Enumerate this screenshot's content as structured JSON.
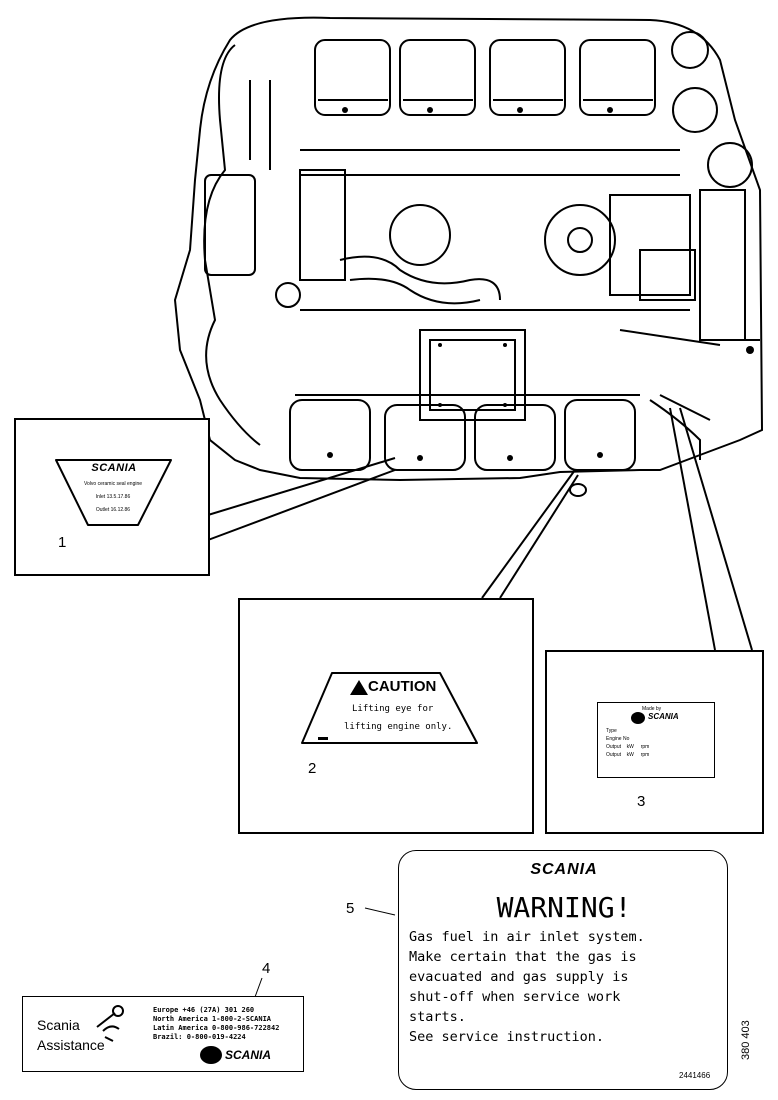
{
  "callouts": {
    "c1": "1",
    "c2": "2",
    "c3": "3",
    "c4": "4",
    "c5": "5"
  },
  "label1": {
    "brand": "SCANIA",
    "line1": "Volvo ceramic seal engine",
    "line2": "Inlet 13.5.17.86",
    "line3": "Outlet 16.12.86"
  },
  "label2": {
    "heading": "CAUTION",
    "line1": "Lifting eye for",
    "line2": "lifting engine only."
  },
  "label3": {
    "top": "Made by",
    "brand": "SCANIA",
    "rows": [
      "Type",
      "Engine No",
      "Output    kW     rpm",
      "Output    kW     rpm"
    ]
  },
  "label4": {
    "title_line1": "Scania",
    "title_line2": "Assistance",
    "rows": [
      "Europe +46 (27A) 301 260",
      "North America 1-800-2-SCANIA",
      "Latin America 0-800-986-722842",
      "Brazil: 0-800-019-4224"
    ],
    "brand": "SCANIA"
  },
  "label5": {
    "brand": "SCANIA",
    "heading": "WARNING!",
    "lines": [
      "Gas fuel in air inlet system.",
      "Make certain that the gas is",
      "evacuated and gas supply is",
      "shut-off when service work",
      "starts.",
      "See service instruction."
    ],
    "code": "2441466"
  },
  "figure_code": "380 403"
}
